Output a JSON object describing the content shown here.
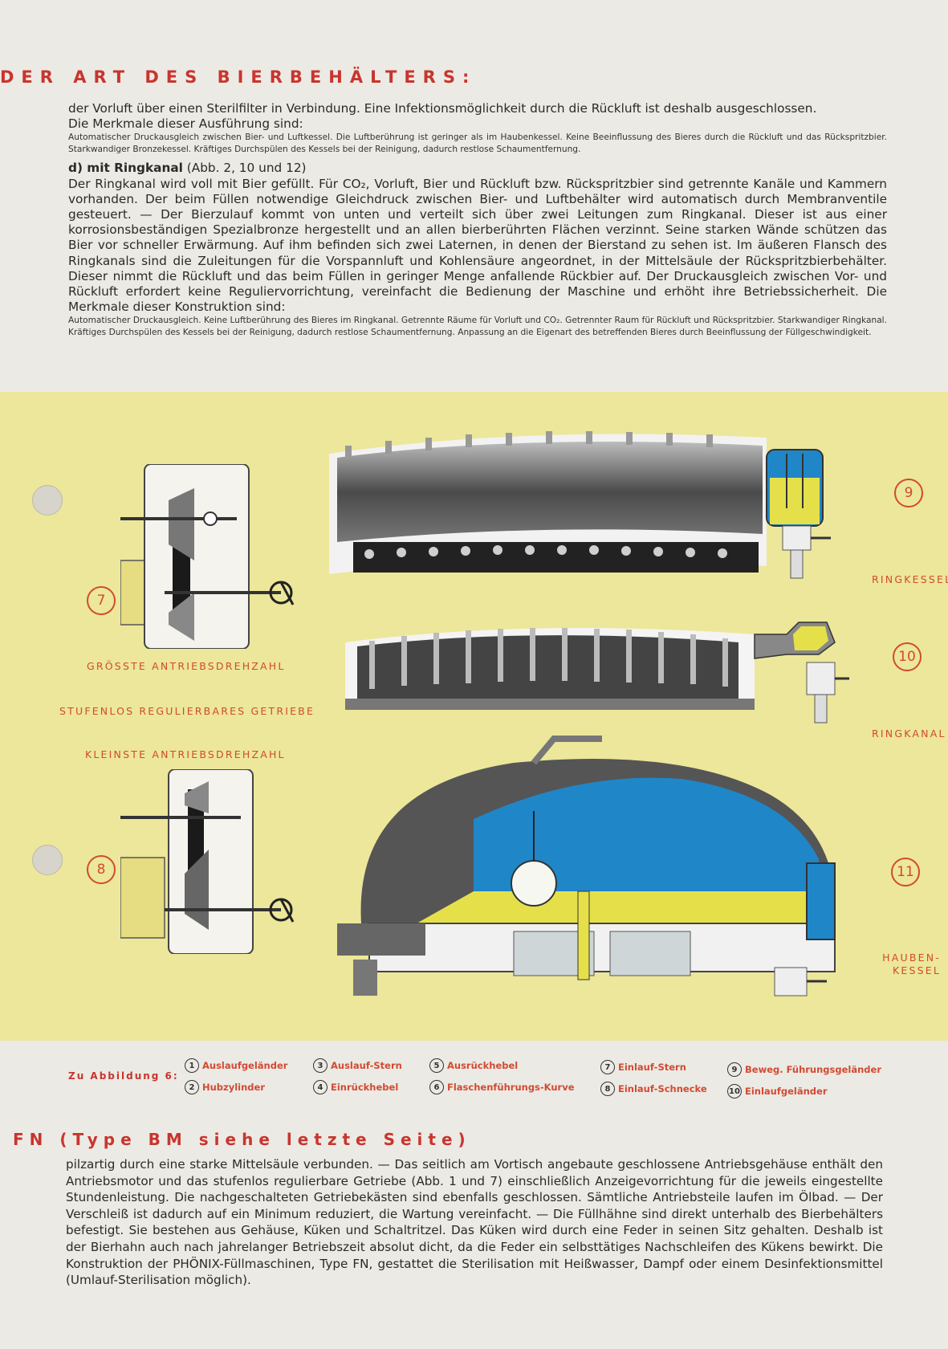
{
  "header_top": "DER ART DES BIERBEHÄLTERS:",
  "para1_lines": [
    "der Vorluft über einen Sterilfilter in Verbindung. Eine Infektionsmöglichkeit durch die Rückluft ist deshalb ausgeschlossen.",
    "Die Merkmale dieser Ausführung sind:"
  ],
  "para1_small": "Automatischer Druckausgleich zwischen Bier- und Luftkessel. Die Luftberührung ist geringer als im Haubenkessel. Keine Beeinflussung des Bieres durch die Rückluft und das Rückspritzbier. Starkwandiger Bronzekessel. Kräftiges Durchspülen des Kessels bei der Reinigung, dadurch restlose Schaumentfernung.",
  "sub_head_bold": "d) mit Ringkanal",
  "sub_head_rest": " (Abb. 2, 10 und 12)",
  "para2": "Der Ringkanal wird voll mit Bier gefüllt. Für CO₂, Vorluft, Bier und Rückluft bzw. Rückspritzbier sind getrennte Kanäle und Kammern vorhanden. Der beim Füllen notwendige Gleichdruck zwischen Bier- und Luftbehälter wird automatisch durch Membranventile gesteuert. — Der Bierzulauf kommt von unten und verteilt sich über zwei Leitungen zum Ringkanal. Dieser ist aus einer korrosionsbeständigen Spezialbronze hergestellt und an allen bierberührten Flächen verzinnt. Seine starken Wände schützen das Bier vor schneller Erwärmung. Auf ihm befinden sich zwei Laternen, in denen der Bierstand zu sehen ist. Im äußeren Flansch des Ringkanals sind die Zuleitungen für die Vorspannluft und Kohlensäure angeordnet, in der Mittelsäule der Rückspritzbierbehälter. Dieser nimmt die Rückluft und das beim Füllen in geringer Menge anfallende Rückbier auf. Der Druckausgleich zwischen Vor- und Rückluft erfordert keine Reguliervorrichtung, vereinfacht die Bedienung der Maschine und erhöht ihre Betriebssicherheit. Die Merkmale dieser Konstruktion sind:",
  "para2_small": "Automatischer Druckausgleich. Keine Luftberührung des Bieres im Ringkanal. Getrennte Räume für Vorluft und CO₂. Getrennter Raum für Rückluft und Rückspritzbier. Starkwandiger Ringkanal. Kräftiges Durchspülen des Kessels bei der Reinigung, dadurch restlose Schaumentfernung. Anpassung an die Eigenart des betreffenden Bieres durch Beeinflussung der Füllgeschwindigkeit.",
  "figures": {
    "fig7": "7",
    "fig8": "8",
    "fig9": "9",
    "fig10": "10",
    "fig11": "11",
    "label_max": "GRÖSSTE ANTRIEBSDREHZAHL",
    "label_stufenlos": "STUFENLOS REGULIERBARES GETRIEBE",
    "label_min": "KLEINSTE ANTRIEBSDREHZAHL",
    "label_ringkessel": "RINGKESSEL",
    "label_ringkanal": "RINGKANAL",
    "label_hauben_1": "HAUBEN-",
    "label_hauben_2": "KESSEL"
  },
  "legend": {
    "title": "Zu Abbildung 6:",
    "items": [
      {
        "n": "1",
        "label": "Auslaufgeländer"
      },
      {
        "n": "2",
        "label": "Hubzylinder"
      },
      {
        "n": "3",
        "label": "Auslauf-Stern"
      },
      {
        "n": "4",
        "label": "Einrückhebel"
      },
      {
        "n": "5",
        "label": "Ausrückhebel"
      },
      {
        "n": "6",
        "label": "Flaschenführungs-Kurve"
      },
      {
        "n": "7",
        "label": "Einlauf-Stern"
      },
      {
        "n": "8",
        "label": "Einlauf-Schnecke"
      },
      {
        "n": "9",
        "label": "Beweg. Führungsgeländer"
      },
      {
        "n": "10",
        "label": "Einlaufgeländer"
      }
    ]
  },
  "header_bottom": "FN (Type BM siehe letzte Seite)",
  "para3": "pilzartig durch eine starke Mittelsäule verbunden. — Das seitlich am Vortisch angebaute geschlossene Antriebsgehäuse enthält den Antriebsmotor und das stufenlos regulierbare Getriebe (Abb. 1 und 7) einschließlich Anzeigevorrichtung für die jeweils eingestellte Stundenleistung. Die nachgeschalteten Getriebekästen sind ebenfalls geschlossen. Sämtliche Antriebsteile laufen im Ölbad. — Der Verschleiß ist dadurch auf ein Minimum reduziert, die Wartung vereinfacht. — Die Füllhähne sind direkt unterhalb des Bierbehälters befestigt. Sie bestehen aus Gehäuse, Küken und Schaltritzel. Das Küken wird durch eine Feder in seinen Sitz gehalten. Deshalb ist der Bierhahn auch nach jahrelanger Betriebszeit absolut dicht, da die Feder ein selbsttätiges Nachschleifen des Kükens bewirkt. Die Konstruktion der PHÖNIX-Füllmaschinen, Type FN, gestattet die Sterilisation mit Heißwasser, Dampf oder einem Desinfektionsmittel (Umlauf-Sterilisation möglich).",
  "colors": {
    "accent_red": "#c8352e",
    "band_yellow": "#ece79a",
    "beer_yellow": "#e5e04a",
    "air_blue": "#1f86c8",
    "page": "#eceae4"
  }
}
